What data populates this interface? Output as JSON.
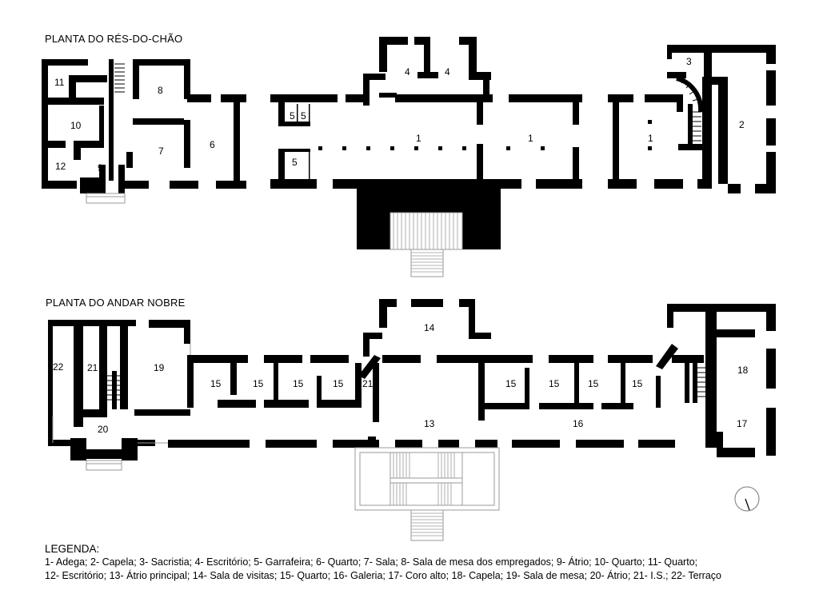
{
  "titles": {
    "ground": "PLANTA DO RÉS-DO-CHÃO",
    "upper": "PLANTA DO ANDAR NOBRE"
  },
  "ground_labels": [
    "1",
    "1",
    "1",
    "2",
    "3",
    "4",
    "4",
    "5",
    "5",
    "5",
    "6",
    "7",
    "8",
    "9",
    "10",
    "11",
    "12"
  ],
  "upper_labels": [
    "13",
    "14",
    "15",
    "15",
    "15",
    "15",
    "15",
    "15",
    "15",
    "15",
    "16",
    "17",
    "18",
    "19",
    "20",
    "21",
    "21",
    "22"
  ],
  "legend": {
    "heading": "LEGENDA:",
    "line1": "1- Adega; 2- Capela; 3- Sacristia; 4- Escritório; 5- Garrafeira; 6- Quarto; 7- Sala; 8- Sala de mesa dos empregados; 9- Átrio; 10- Quarto; 11- Quarto;",
    "line2": "12- Escritório; 13- Átrio principal; 14- Sala de visitas; 15- Quarto; 16- Galeria; 17- Coro alto; 18- Capela; 19- Sala de mesa; 20- Átrio; 21- I.S.; 22- Terraço"
  },
  "colors": {
    "wall": "#000000",
    "thin_line": "#9a9a9a"
  },
  "icons": [
    "north-arrow-icon"
  ]
}
